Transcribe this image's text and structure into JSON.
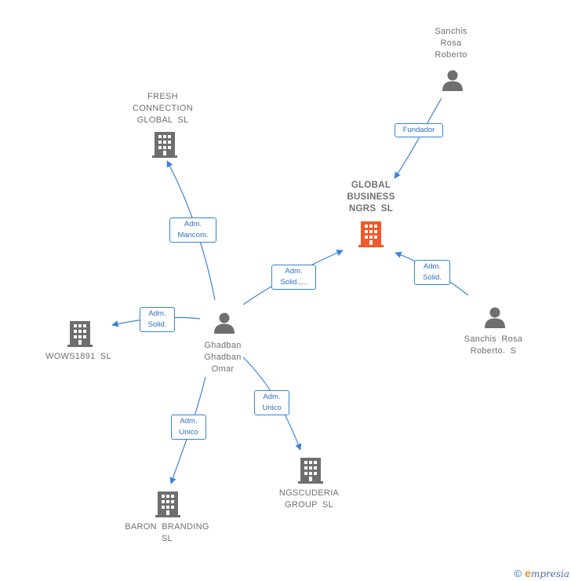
{
  "nodes": {
    "global_business": {
      "label": "GLOBAL BUSINESS NGRS SL",
      "type": "company",
      "highlight": true
    },
    "fresh_connection": {
      "label": "FRESH CONNECTION GLOBAL SL",
      "type": "company"
    },
    "wows1891": {
      "label": "WOWS1891 SL",
      "type": "company"
    },
    "baron_branding": {
      "label": "BARON BRANDING SL",
      "type": "company"
    },
    "ngscuderia": {
      "label": "NGSCUDERIA GROUP SL",
      "type": "company"
    },
    "ghadban": {
      "label": "Ghadban Ghadban Omar",
      "type": "person"
    },
    "sanchis_top": {
      "label": "Sanchis Rosa Roberto",
      "type": "person"
    },
    "sanchis_right": {
      "label": "Sanchis Rosa Roberto. S",
      "type": "person"
    }
  },
  "edges": {
    "fundador": {
      "label": "Fundador"
    },
    "adm_solid_sr": {
      "label": "Adm. Solid."
    },
    "adm_solid_gg": {
      "label": "Adm. Solid.,..."
    },
    "adm_mancom": {
      "label": "Adm. Mancom."
    },
    "adm_solid_wows": {
      "label": "Adm. Solid."
    },
    "adm_unico_baron": {
      "label": "Adm. Unico"
    },
    "adm_unico_ngs": {
      "label": "Adm. Unico"
    }
  },
  "colors": {
    "edge": "#3c82d9",
    "icon": "#6e6e6e",
    "highlight": "#f05a28"
  },
  "footer": {
    "copyright": "©",
    "brand_initial": "e",
    "brand_rest": "mpresia"
  }
}
